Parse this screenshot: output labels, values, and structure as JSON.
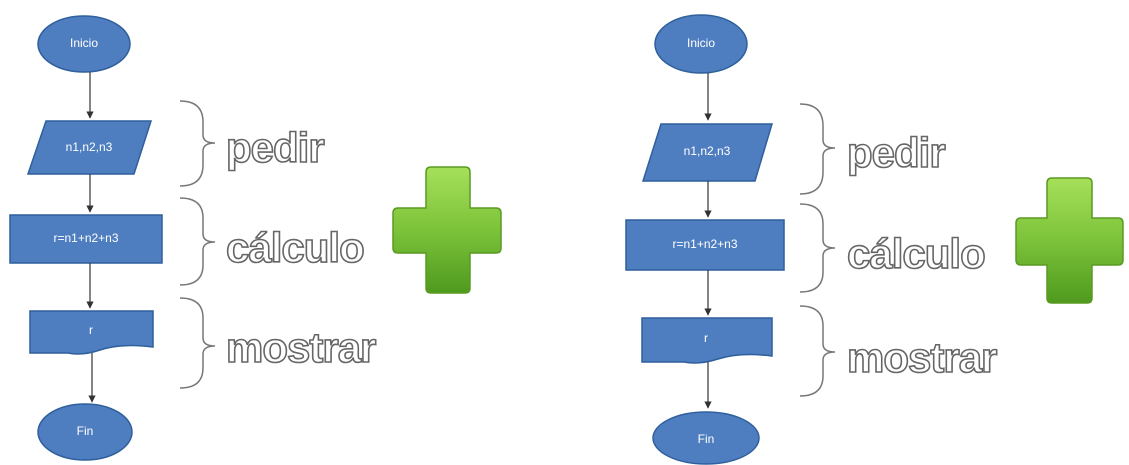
{
  "flowcharts": [
    {
      "start": "Inicio",
      "input": "n1,n2,n3",
      "process": "r=n1+n2+n3",
      "output": "r",
      "end": "Fin",
      "steps": [
        "pedir",
        "cálculo",
        "mostrar"
      ]
    },
    {
      "start": "Inicio",
      "input": "n1,n2,n3",
      "process": "r=n1+n2+n3",
      "output": "r",
      "end": "Fin",
      "steps": [
        "pedir",
        "cálculo",
        "mostrar"
      ]
    }
  ],
  "colors": {
    "shape_fill": "#4f7ec0",
    "shape_stroke": "#2f5f9c",
    "plus_green": "#7cc33a"
  },
  "icons": [
    "plus-icon",
    "plus-icon"
  ]
}
